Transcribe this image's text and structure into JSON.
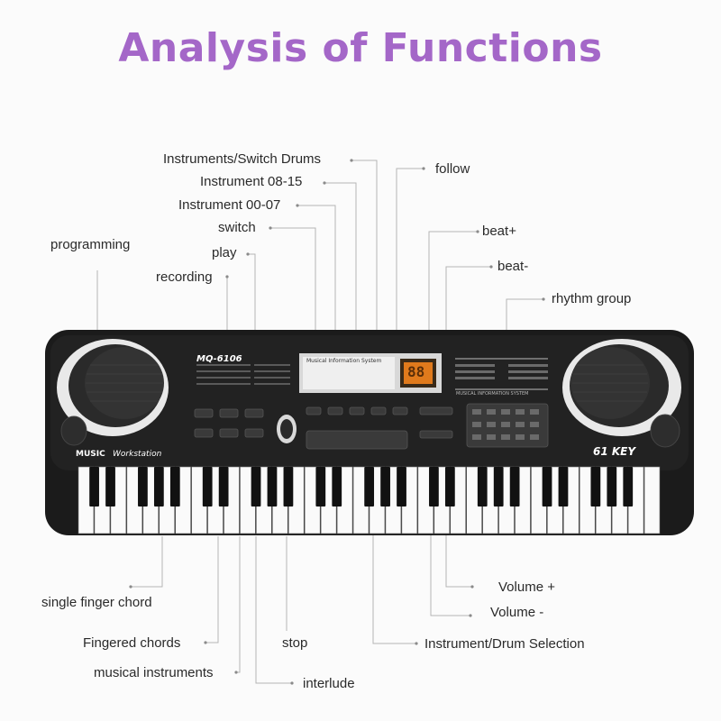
{
  "title": "Analysis of Functions",
  "keyboard": {
    "model": "MQ-6106",
    "brand_left": "MUSIC",
    "brand_right": "Workstation",
    "key_badge": "61 KEY",
    "display_text": "Musical Information System",
    "info_text": "MUSICAL INFORMATION SYSTEM",
    "display_digits": "88"
  },
  "labels": {
    "instruments_switch_drums": "Instruments/Switch Drums",
    "instrument_08_15": "Instrument 08-15",
    "instrument_00_07": "Instrument 00-07",
    "switch": "switch",
    "play": "play",
    "recording": "recording",
    "programming": "programming",
    "follow": "follow",
    "beat_plus": "beat+",
    "beat_minus": "beat-",
    "rhythm_group": "rhythm group",
    "volume_plus": "Volume +",
    "volume_minus": "Volume -",
    "single_finger_chord": "single finger chord",
    "fingered_chords": "Fingered chords",
    "musical_instruments": "musical instruments",
    "stop": "stop",
    "interlude": "interlude",
    "instrument_drum_selection": "Instrument/Drum Selection"
  },
  "colors": {
    "title": "#a467c8",
    "body": "#1b1b1b",
    "leader": "#b8b8b8",
    "display": "#e07a1c"
  }
}
